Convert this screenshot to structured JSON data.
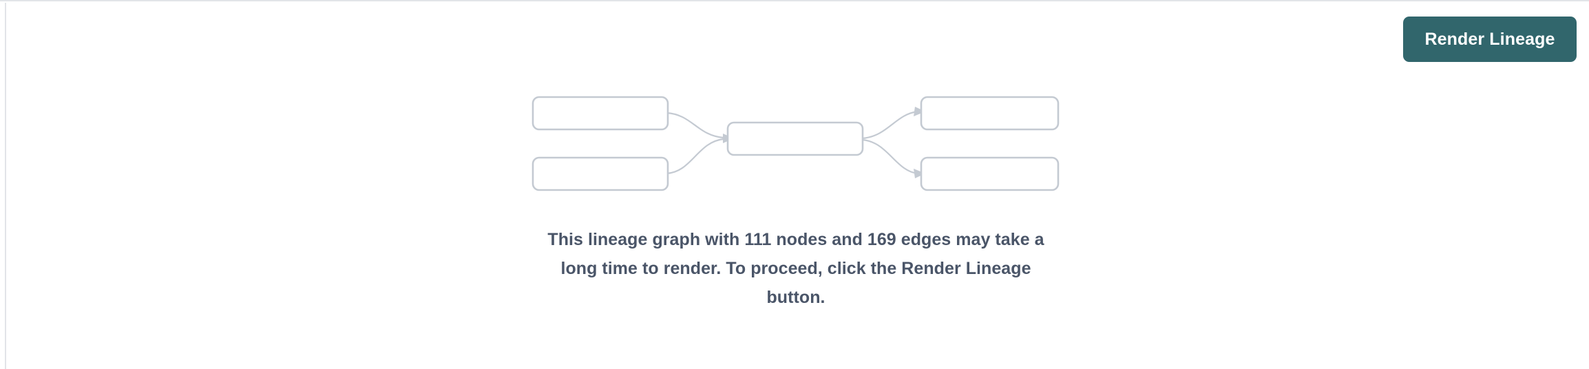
{
  "panel": {
    "background_color": "#ffffff",
    "border_color": "#e2e4e8"
  },
  "toolbar": {
    "render_button_label": "Render Lineage",
    "render_button_color": "#31666c",
    "render_button_text_color": "#ffffff"
  },
  "placeholder_graph": {
    "node_border_color": "#c4cad2",
    "node_fill_color": "#ffffff",
    "edge_color": "#c4cad2",
    "nodes": [
      {
        "id": "upstream-1",
        "label": "",
        "column": "left",
        "row": "top"
      },
      {
        "id": "upstream-2",
        "label": "",
        "column": "left",
        "row": "bottom"
      },
      {
        "id": "focus",
        "label": "",
        "column": "center",
        "row": "middle"
      },
      {
        "id": "downstream-1",
        "label": "",
        "column": "right",
        "row": "top"
      },
      {
        "id": "downstream-2",
        "label": "",
        "column": "right",
        "row": "bottom"
      }
    ],
    "edges": [
      {
        "from": "upstream-1",
        "to": "focus"
      },
      {
        "from": "upstream-2",
        "to": "focus"
      },
      {
        "from": "focus",
        "to": "downstream-1"
      },
      {
        "from": "focus",
        "to": "downstream-2"
      }
    ]
  },
  "message": {
    "node_count": 111,
    "edge_count": 169,
    "text": "This lineage graph with 111 nodes and 169 edges may take a long time to render. To proceed, click the Render Lineage button.",
    "text_color": "#4a5568"
  }
}
